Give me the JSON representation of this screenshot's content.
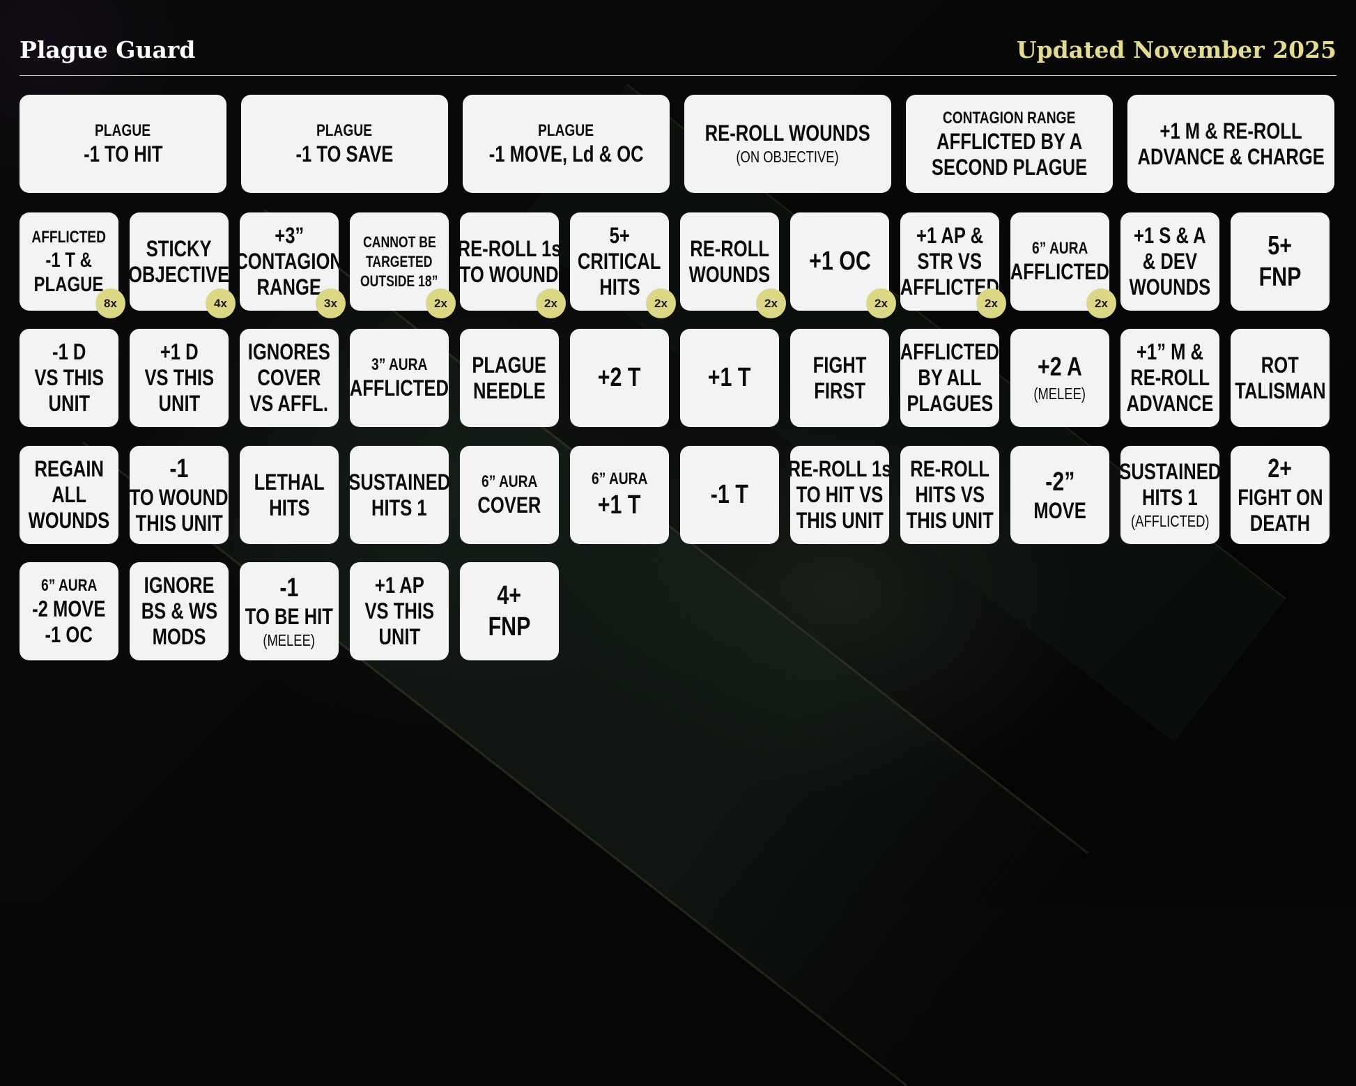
{
  "header": {
    "title": "Plague Guard",
    "updated": "Updated November 2025"
  },
  "cards": {
    "r1c1": [
      "PLAGUE",
      "-1 TO HIT"
    ],
    "r1c2": [
      "PLAGUE",
      "-1 TO SAVE"
    ],
    "r1c3": [
      "PLAGUE",
      "-1 MOVE, Ld & OC"
    ],
    "r1c4": [
      "RE-ROLL WOUNDS",
      "(ON OBJECTIVE)"
    ],
    "r1c5": [
      "CONTAGION RANGE",
      "AFFLICTED BY A",
      "SECOND PLAGUE"
    ],
    "r1c6": [
      "+1 M & RE-ROLL",
      "ADVANCE & CHARGE"
    ],
    "r2c1": [
      "AFFLICTED",
      "-1 T &",
      "PLAGUE"
    ],
    "r2c2": [
      "STICKY",
      "OBJECTIVE"
    ],
    "r2c3": [
      "+3”",
      "CONTAGION",
      "RANGE"
    ],
    "r2c4": [
      "CANNOT BE",
      "TARGETED",
      "OUTSIDE 18”"
    ],
    "r2c5": [
      "RE-ROLL 1s",
      "TO WOUND"
    ],
    "r2c6": [
      "5+",
      "CRITICAL",
      "HITS"
    ],
    "r2c7": [
      "RE-ROLL",
      "WOUNDS"
    ],
    "r2c8": [
      "+1 OC"
    ],
    "r2c9": [
      "+1 AP &",
      "STR VS",
      "AFFLICTED"
    ],
    "r2c10": [
      "6” AURA",
      "AFFLICTED"
    ],
    "r2c11": [
      "+1 S & A",
      "& DEV",
      "WOUNDS"
    ],
    "r2c12": [
      "5+",
      "FNP"
    ],
    "r3c1": [
      "-1 D",
      "VS THIS",
      "UNIT"
    ],
    "r3c2": [
      "+1 D",
      "VS THIS",
      "UNIT"
    ],
    "r3c3": [
      "IGNORES",
      "COVER",
      "VS AFFL."
    ],
    "r3c4": [
      "3” AURA",
      "AFFLICTED"
    ],
    "r3c5": [
      "PLAGUE",
      "NEEDLE"
    ],
    "r3c6": [
      "+2 T"
    ],
    "r3c7": [
      "+1 T"
    ],
    "r3c8": [
      "FIGHT",
      "FIRST"
    ],
    "r3c9": [
      "AFFLICTED",
      "BY ALL",
      "PLAGUES"
    ],
    "r3c10": [
      "+2 A",
      "(MELEE)"
    ],
    "r3c11": [
      "+1” M &",
      "RE-ROLL",
      "ADVANCE"
    ],
    "r3c12": [
      "ROT",
      "TALISMAN"
    ],
    "r4c1": [
      "REGAIN",
      "ALL",
      "WOUNDS"
    ],
    "r4c2": [
      "-1",
      "TO WOUND",
      "THIS UNIT"
    ],
    "r4c3": [
      "LETHAL",
      "HITS"
    ],
    "r4c4": [
      "SUSTAINED",
      "HITS 1"
    ],
    "r4c5": [
      "6” AURA",
      "COVER"
    ],
    "r4c6": [
      "6” AURA",
      "+1 T"
    ],
    "r4c7": [
      "-1 T"
    ],
    "r4c8": [
      "RE-ROLL 1s",
      "TO HIT VS",
      "THIS UNIT"
    ],
    "r4c9": [
      "RE-ROLL",
      "HITS VS",
      "THIS UNIT"
    ],
    "r4c10": [
      "-2”",
      "MOVE"
    ],
    "r4c11": [
      "SUSTAINED",
      "HITS 1",
      "(AFFLICTED)"
    ],
    "r4c12": [
      "2+",
      "FIGHT ON",
      "DEATH"
    ],
    "r5c1": [
      "6” AURA",
      "-2 MOVE",
      "-1 OC"
    ],
    "r5c2": [
      "IGNORE",
      "BS & WS",
      "MODS"
    ],
    "r5c3": [
      "-1",
      "TO BE HIT",
      "(MELEE)"
    ],
    "r5c4": [
      "+1 AP",
      "VS THIS",
      "UNIT"
    ],
    "r5c5": [
      "4+",
      "FNP"
    ]
  },
  "badges": {
    "r2c1": "8x",
    "r2c2": "4x",
    "r2c3": "3x",
    "r2c4": "2x",
    "r2c5": "2x",
    "r2c6": "2x",
    "r2c7": "2x",
    "r2c8": "2x",
    "r2c9": "2x",
    "r2c10": "2x"
  },
  "colors": {
    "card": "#f3f3f3",
    "badge": "#dcd785",
    "title": "#ffffff",
    "updated": "#e4dc8c"
  }
}
